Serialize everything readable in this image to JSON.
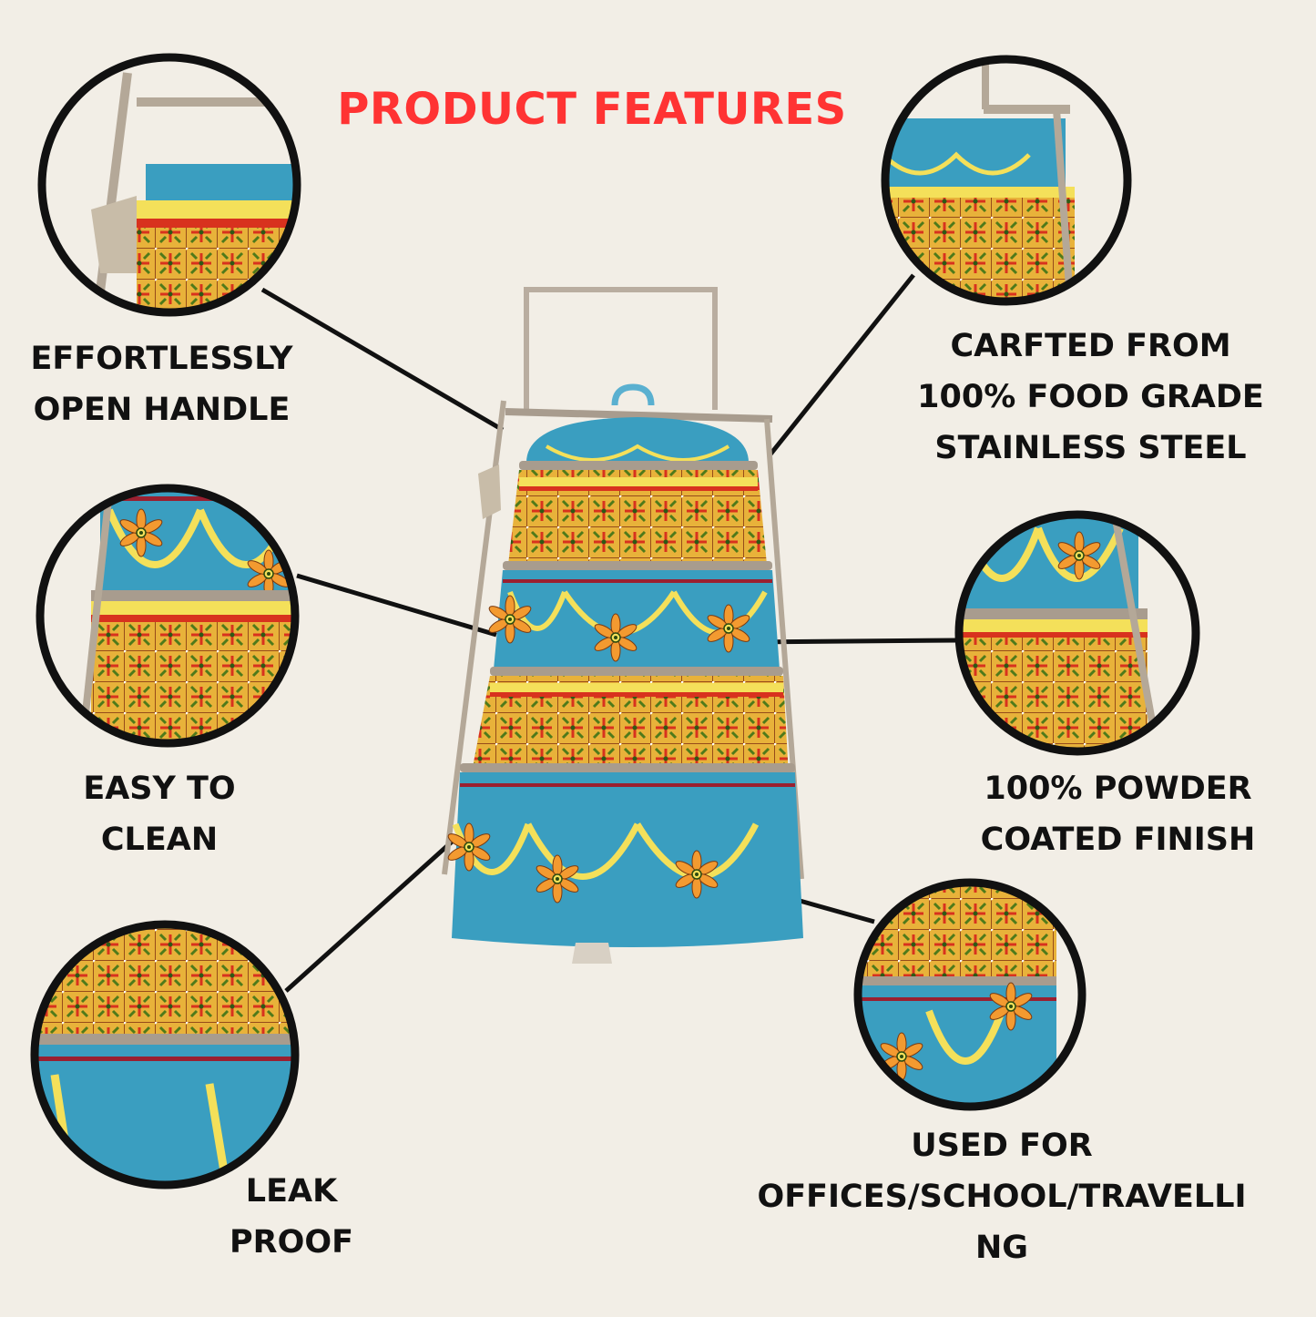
{
  "header": {
    "title": "PRODUCT FEATURES"
  },
  "colors": {
    "background": "#f2eee6",
    "title": "#ff3333",
    "label": "#111111",
    "teal": "#3a9ec0",
    "mustard": "#e8b23a",
    "red": "#d8321e",
    "yellow": "#f4e05a",
    "green": "#5a8a1e",
    "steel": "#b9ada0"
  },
  "features": [
    {
      "id": "handle",
      "label": "EFFORTLESSLY\nOPEN HANDLE"
    },
    {
      "id": "steel",
      "label": "CARFTED FROM\n100% FOOD GRADE\nSTAINLESS STEEL"
    },
    {
      "id": "clean",
      "label": "EASY TO\nCLEAN"
    },
    {
      "id": "finish",
      "label": "100% POWDER\nCOATED FINISH"
    },
    {
      "id": "leak",
      "label": "LEAK\nPROOF"
    },
    {
      "id": "usage",
      "label": "USED FOR\nOFFICES/SCHOOL/TRAVELLI\nNG"
    }
  ]
}
